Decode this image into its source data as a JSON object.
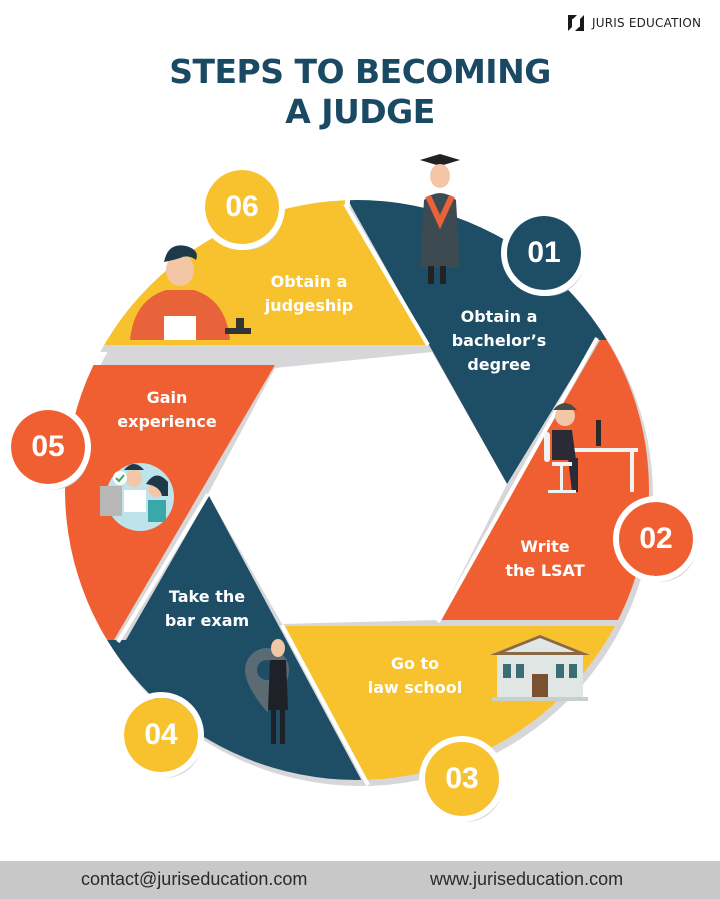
{
  "brand": {
    "name": "JURIS EDUCATION",
    "icon": "juris-logo-icon"
  },
  "title": {
    "line1": "STEPS TO BECOMING",
    "line2": "A JUDGE"
  },
  "colors": {
    "navy": "#1d4e66",
    "orange": "#f05f32",
    "yellow": "#f8c22f",
    "shadow": "#d7d7d9",
    "title": "#1a4a63",
    "footer_bg": "#c8c8c8"
  },
  "steps": [
    {
      "number": "01",
      "line1": "Obtain a",
      "line2": "bachelor’s",
      "line3": "degree",
      "color": "navy",
      "illustration": "graduate-icon"
    },
    {
      "number": "02",
      "line1": "Write",
      "line2": "the LSAT",
      "color": "orange",
      "illustration": "desk-worker-icon"
    },
    {
      "number": "03",
      "line1": "Go to",
      "line2": "law school",
      "color": "yellow",
      "illustration": "school-building-icon"
    },
    {
      "number": "04",
      "line1": "Take the",
      "line2": "bar exam",
      "color": "navy",
      "illustration": "lawyer-location-pin-icon"
    },
    {
      "number": "05",
      "line1": "Gain",
      "line2": "experience",
      "color": "orange",
      "illustration": "colleagues-computer-icon"
    },
    {
      "number": "06",
      "line1": "Obtain a",
      "line2": "judgeship",
      "color": "yellow",
      "illustration": "judge-gavel-icon"
    }
  ],
  "footer": {
    "email": "contact@juriseducation.com",
    "website": "www.juriseducation.com"
  }
}
